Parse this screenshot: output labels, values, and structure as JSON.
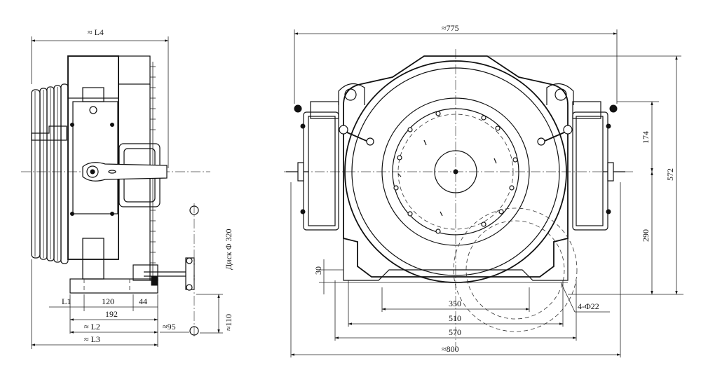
{
  "drawing": {
    "side_view": {
      "dim_L4": "≈ L4",
      "dim_L1": "L1",
      "dim_120": "120",
      "dim_44": "44",
      "dim_192": "192",
      "dim_L2": "≈ L2",
      "dim_95": "≈95",
      "dim_L3": "≈ L3",
      "dim_110": "≈110",
      "disk_label": "Диск Φ 320"
    },
    "front_view": {
      "dim_775": "≈775",
      "dim_174": "174",
      "dim_572": "572",
      "dim_290": "290",
      "dim_30": "30",
      "dim_350": "350",
      "dim_510": "510",
      "dim_570": "570",
      "dim_800": "≈800",
      "holes_label": "4-Φ22"
    }
  }
}
